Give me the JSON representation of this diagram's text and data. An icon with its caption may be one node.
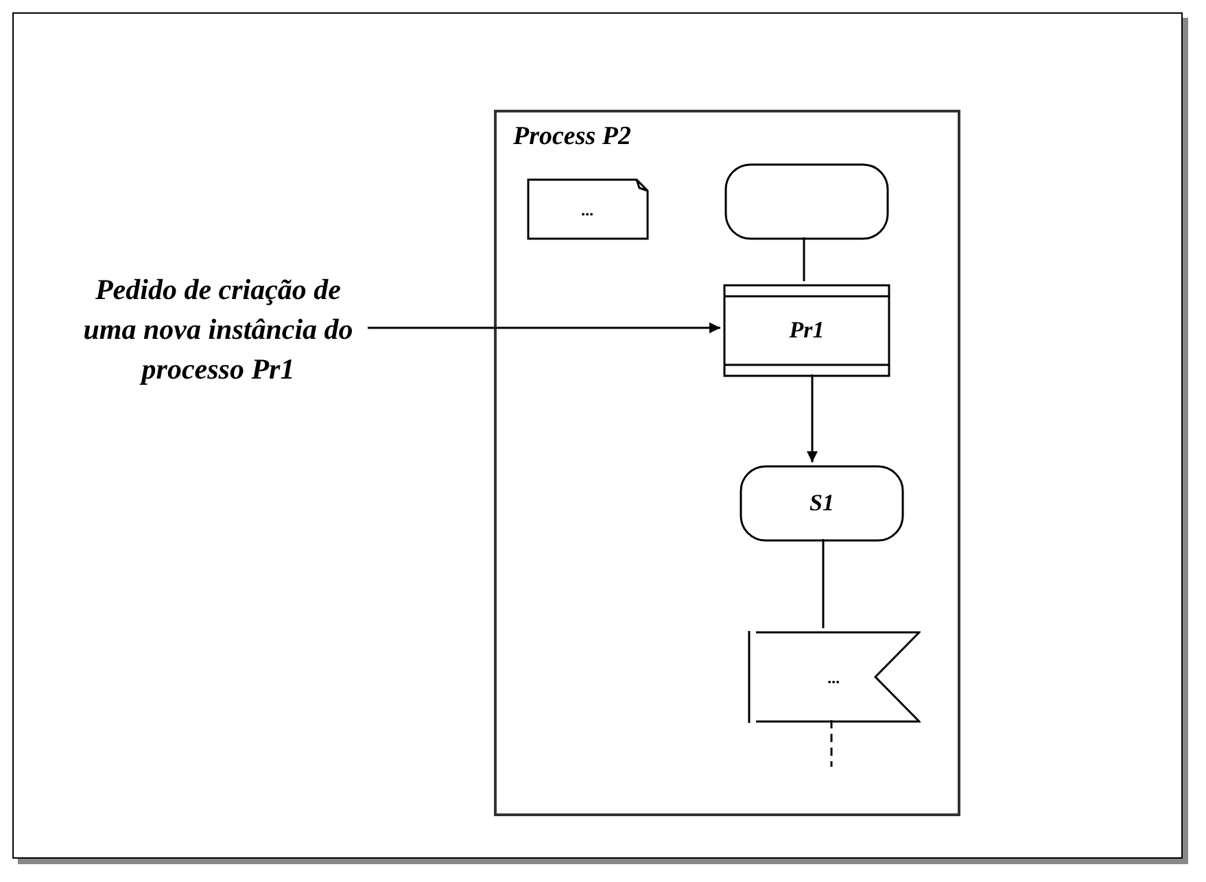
{
  "diagram": {
    "nodes": [
      {
        "text": [
          "Process P2"
        ]
      },
      {
        "text": [
          "..."
        ],
        "in": 0
      },
      {
        "text": [],
        "shape": "box",
        "in": 0
      },
      {
        "text": [
          "Pr1"
        ],
        "in": 0
      },
      {
        "text": [
          "S1"
        ],
        "in": 0
      },
      {
        "text": [
          "..."
        ],
        "in": 0
      },
      {
        "text": [
          "Pedido de criação de uma nova instância do processo Pr1"
        ]
      }
    ],
    "edges": [
      {
        "from": 2,
        "to": 3,
        "arrow": "none"
      },
      {
        "from": 3,
        "to": 4,
        "arrow": "to"
      },
      {
        "from": 4,
        "to": 5,
        "arrow": "none"
      },
      {
        "from": 6,
        "to": 3,
        "arrow": "to"
      },
      {
        "from": 5,
        "to": null,
        "arrow": "none",
        "style": "dashed"
      }
    ]
  }
}
